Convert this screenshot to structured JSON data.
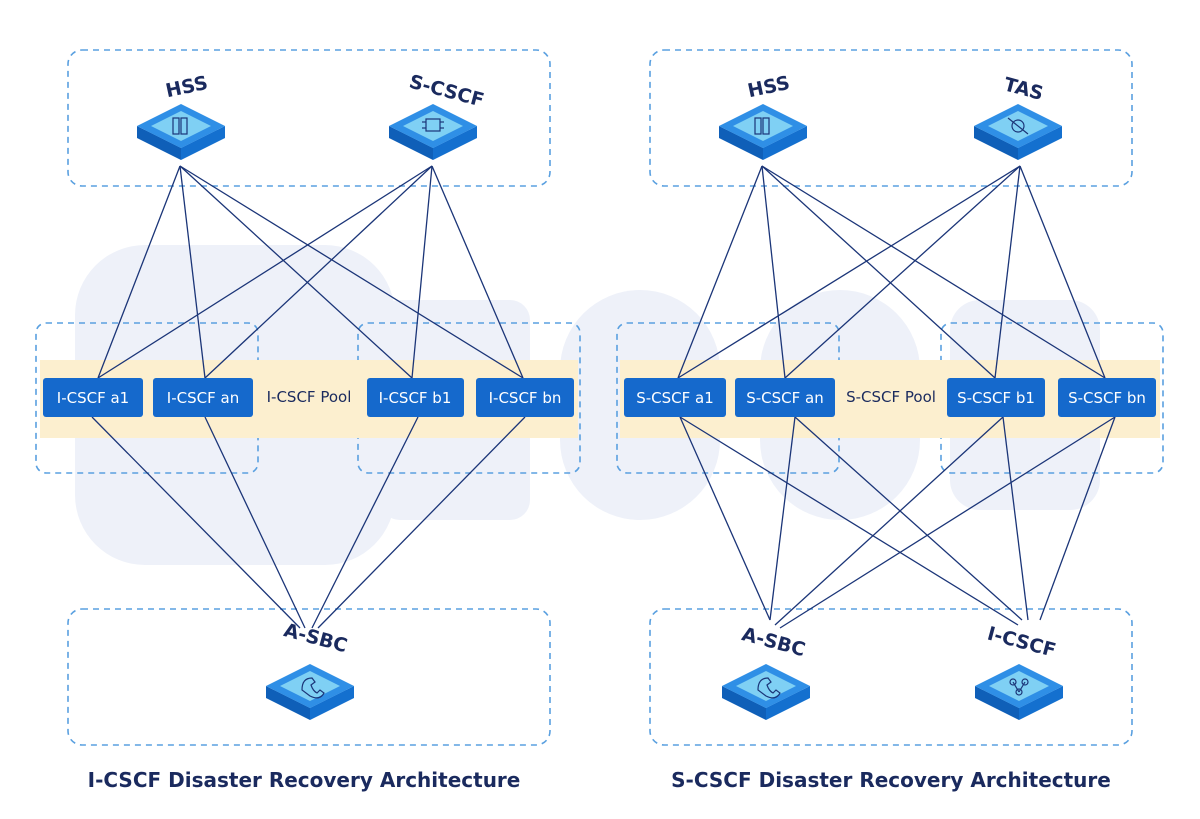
{
  "colors": {
    "navy": "#1a2a5e",
    "line": "#1b3578",
    "dashed": "#5aa0e0",
    "poolBand": "#fcefcf",
    "boxFill": "#1569cc",
    "boxText": "#ffffff",
    "chipTop": "#2f8fe6",
    "chipSide": "#0f5fb8",
    "chipFace": "#7fd0f4",
    "watermark": "#eef1f9"
  },
  "left": {
    "top_nodes": [
      {
        "label": "HSS",
        "icon": "server-rack-icon"
      },
      {
        "label": "S-CSCF",
        "icon": "chip-icon"
      }
    ],
    "pool_boxes": [
      "I-CSCF a1",
      "I-CSCF an",
      "I-CSCF b1",
      "I-CSCF bn"
    ],
    "pool_label": "I-CSCF Pool",
    "bottom_nodes": [
      {
        "label": "A-SBC",
        "icon": "phone-icon"
      }
    ],
    "caption": "I-CSCF Disaster Recovery Architecture"
  },
  "right": {
    "top_nodes": [
      {
        "label": "HSS",
        "icon": "server-rack-icon"
      },
      {
        "label": "TAS",
        "icon": "gear-tools-icon"
      }
    ],
    "pool_boxes": [
      "S-CSCF a1",
      "S-CSCF an",
      "S-CSCF b1",
      "S-CSCF bn"
    ],
    "pool_label": "S-CSCF Pool",
    "bottom_nodes": [
      {
        "label": "A-SBC",
        "icon": "phone-icon"
      },
      {
        "label": "I-CSCF",
        "icon": "network-icon"
      }
    ],
    "caption": "S-CSCF Disaster Recovery Architecture"
  }
}
